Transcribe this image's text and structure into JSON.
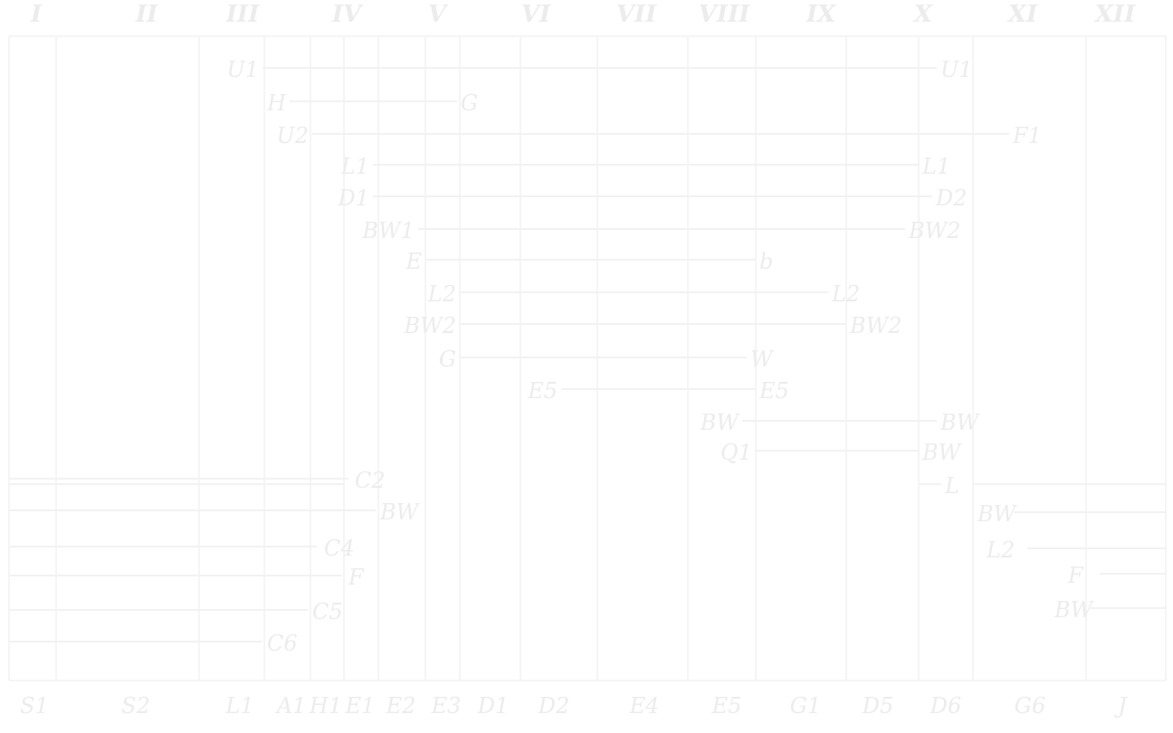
{
  "colors": {
    "background": "#ffffff",
    "line": "#f2f2f2",
    "label": "#ececec"
  },
  "columns": [
    "I",
    "II",
    "III",
    "IV",
    "V",
    "VI",
    "VII",
    "VIII",
    "IX",
    "X",
    "XI",
    "XII"
  ],
  "spans": [
    {
      "left": "U1",
      "right": "U1"
    },
    {
      "left": "H",
      "right": "G"
    },
    {
      "left": "U2",
      "right": "F1"
    },
    {
      "left": "L1",
      "right": "L1"
    },
    {
      "left": "D1",
      "right": "D2"
    },
    {
      "left": "BW1",
      "right": "BW2"
    },
    {
      "left": "E",
      "right": "b"
    },
    {
      "left": "L2",
      "right": "L2"
    },
    {
      "left": "BW2",
      "right": "BW2"
    },
    {
      "left": "G",
      "right": "W"
    },
    {
      "left": "E5",
      "right": "E5"
    },
    {
      "left": "BW",
      "right": "BW"
    },
    {
      "left": "Q1",
      "right": "BW"
    },
    {
      "left": "",
      "right": "L"
    }
  ],
  "side_labels": [
    {
      "text": "C2"
    },
    {
      "text": "BW"
    },
    {
      "text": "BW"
    },
    {
      "text": "C4"
    },
    {
      "text": "L2"
    },
    {
      "text": "C5"
    },
    {
      "text": "F"
    },
    {
      "text": "C6"
    },
    {
      "text": "BW"
    },
    {
      "text": "F"
    }
  ],
  "bottom_labels": [
    "S1",
    "S2",
    "L1",
    "A1",
    "H1",
    "E1",
    "E2",
    "E3",
    "D1",
    "D2",
    "E4",
    "E5",
    "G1",
    "D5",
    "D6",
    "G6",
    "J"
  ]
}
